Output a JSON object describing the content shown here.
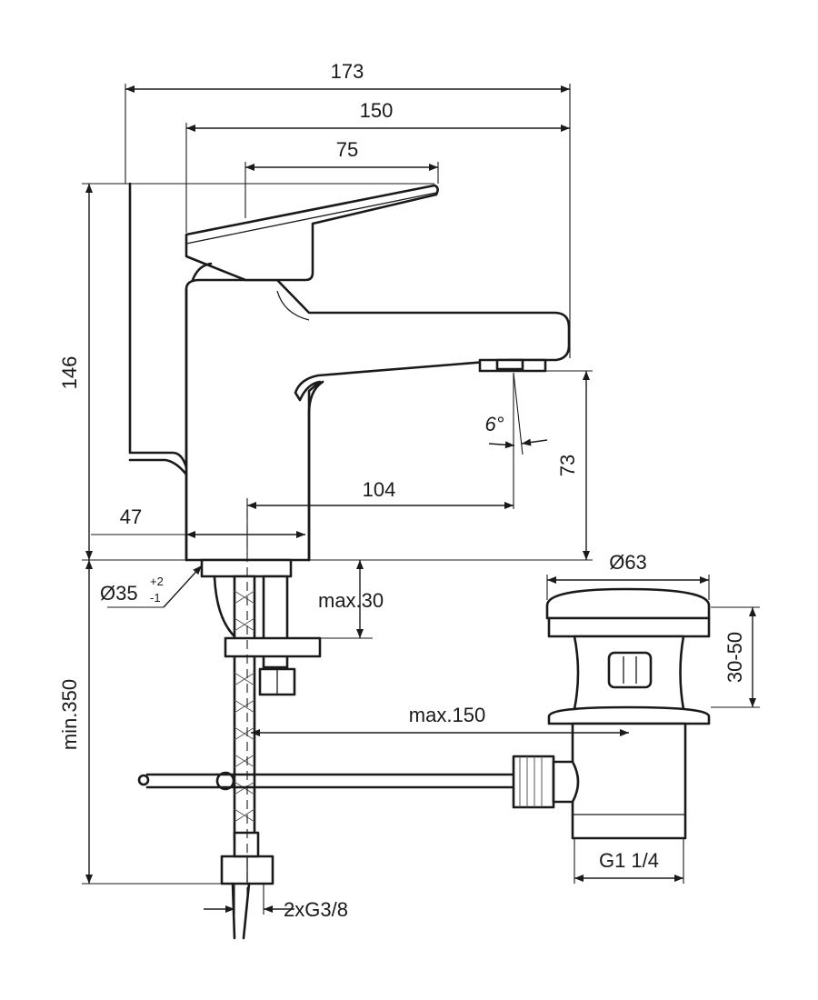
{
  "dimensions": {
    "overall_width": "173",
    "body_width": "150",
    "lever_width": "75",
    "height": "146",
    "spout_reach": "104",
    "spout_height": "73",
    "spout_angle": "6°",
    "base_offset": "47",
    "hole_diameter": "Ø35",
    "hole_tol_plus": "+2",
    "hole_tol_minus": "-1",
    "deck_thickness": "max.30",
    "hose_length": "min.350",
    "rod_length": "max.150",
    "waste_diameter": "Ø63",
    "waste_height": "30-50",
    "waste_thread": "G1 1/4",
    "hose_connection": "2xG3/8"
  }
}
